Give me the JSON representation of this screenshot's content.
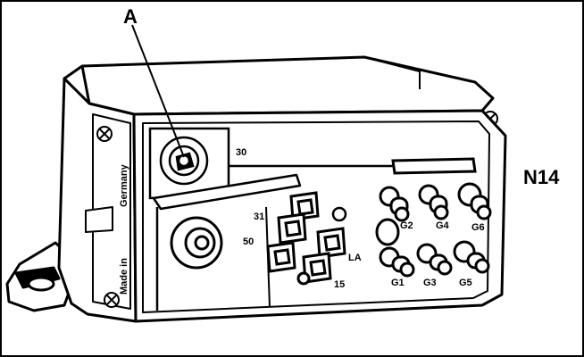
{
  "diagram": {
    "callout_label": "A",
    "component_label": "N14",
    "side_text_bottom": "Made in",
    "side_text_top": "Germany",
    "terminals": {
      "t30": "30",
      "t31": "31",
      "t50": "50",
      "tLA": "LA",
      "t15": "15",
      "g1": "G1",
      "g2": "G2",
      "g3": "G3",
      "g4": "G4",
      "g5": "G5",
      "g6": "G6"
    }
  }
}
